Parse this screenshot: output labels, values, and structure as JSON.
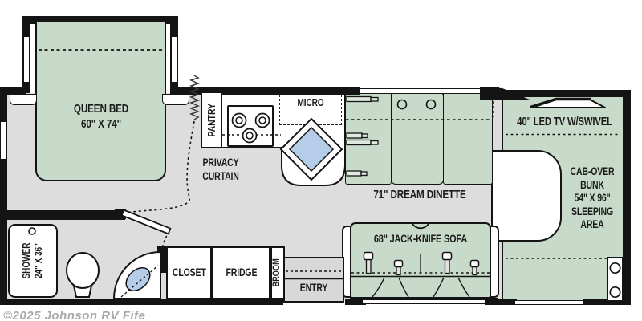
{
  "title": "RV floor plan",
  "watermark": "©2025 Johnson RV Fife",
  "colors": {
    "furniture_green": "#c8dac9",
    "floor_gray": "#dcdddc",
    "sink_blue": "#b5cde8",
    "wall_black": "#141414",
    "watermark_gray": "#a9a9a9"
  },
  "bedroom": {
    "queen_line1": "QUEEN BED",
    "queen_line2": "60\" X 74\"",
    "pantry": "PANTRY",
    "privacy_line1": "PRIVACY",
    "privacy_line2": "CURTAIN"
  },
  "kitchen": {
    "micro": "MICRO"
  },
  "dinette": {
    "label": "71\" DREAM DINETTE"
  },
  "cab": {
    "tv_label": "40\" LED TV W/SWIVEL",
    "bunk_lines": [
      "CAB-OVER",
      "BUNK",
      "54\" X 96\"",
      "SLEEPING",
      "AREA"
    ]
  },
  "bath": {
    "shower_line1": "SHOWER",
    "shower_line2": "24\" X 36\""
  },
  "storage": {
    "closet": "CLOSET",
    "fridge": "FRIDGE",
    "broom": "BROOM"
  },
  "entry": {
    "label": "ENTRY"
  },
  "living": {
    "sofa": "68\" JACK-KNIFE SOFA"
  }
}
